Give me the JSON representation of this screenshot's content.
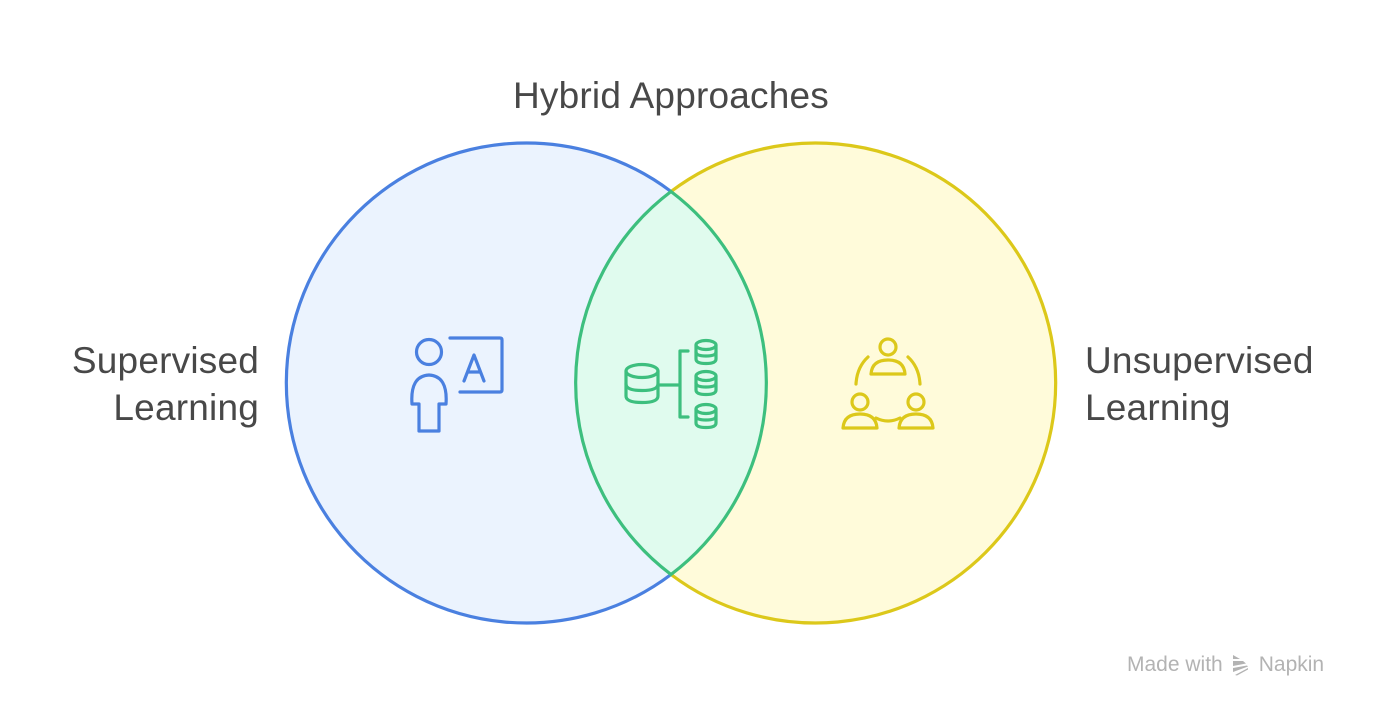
{
  "diagram": {
    "type": "venn",
    "title": "Hybrid Approaches",
    "sets": [
      {
        "id": "supervised",
        "label_lines": [
          "Supervised",
          "Learning"
        ],
        "icon": "teacher-at-board-icon",
        "stroke_color": "#4A80E0",
        "fill_color": "#EBF3FE"
      },
      {
        "id": "unsupervised",
        "label_lines": [
          "Unsupervised",
          "Learning"
        ],
        "icon": "group-network-icon",
        "stroke_color": "#DCC81A",
        "fill_color": "#FFFBDA"
      }
    ],
    "intersection": {
      "id": "hybrid",
      "label": "Hybrid Approaches",
      "icon": "database-branching-icon",
      "stroke_color": "#3DBF7E",
      "fill_color": "#E0FBEE"
    }
  },
  "labels": {
    "top": "Hybrid Approaches",
    "left": {
      "line1": "Supervised",
      "line2": "Learning"
    },
    "right": {
      "line1": "Unsupervised",
      "line2": "Learning"
    }
  },
  "watermark": {
    "prefix": "Made with",
    "brand": "Napkin",
    "icon": "napkin-logo-icon",
    "color": "#B3B3B3"
  },
  "colors": {
    "blue_stroke": "#4A80E0",
    "blue_fill": "#EBF3FE",
    "yellow_stroke": "#DCC81A",
    "yellow_fill": "#FFFBDA",
    "green_stroke": "#3DBF7E",
    "green_fill": "#E0FBEE",
    "text": "#484848"
  }
}
